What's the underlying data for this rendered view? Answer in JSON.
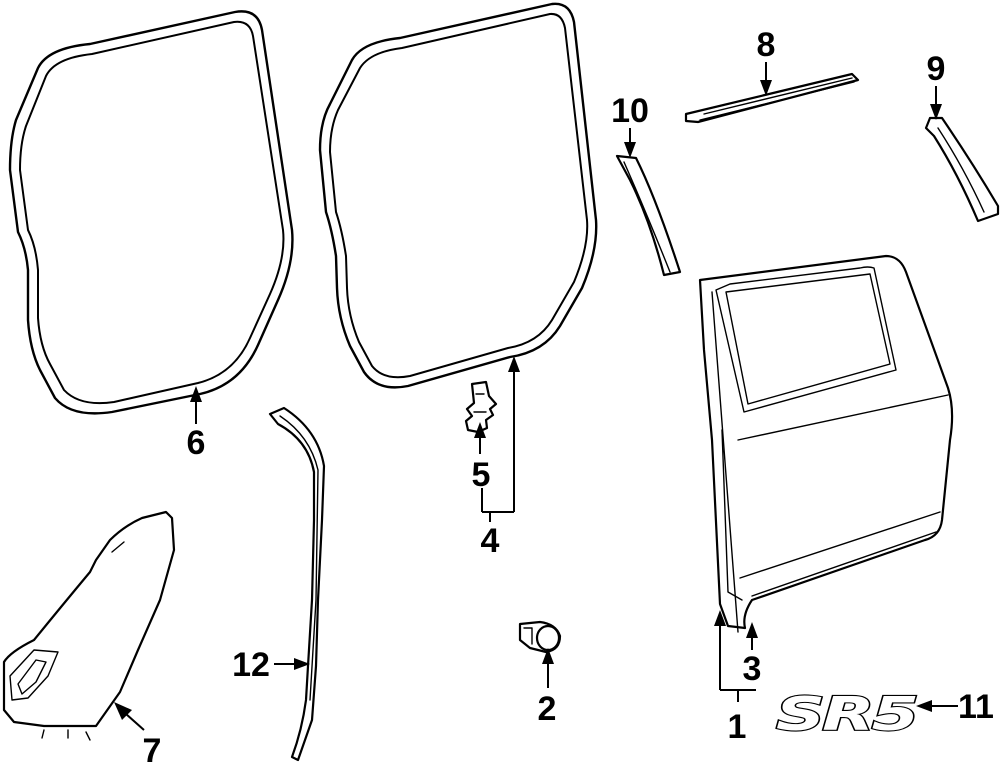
{
  "parts": [
    {
      "id": "1",
      "label": "1"
    },
    {
      "id": "2",
      "label": "2"
    },
    {
      "id": "3",
      "label": "3"
    },
    {
      "id": "4",
      "label": "4"
    },
    {
      "id": "5",
      "label": "5"
    },
    {
      "id": "6",
      "label": "6"
    },
    {
      "id": "7",
      "label": "7"
    },
    {
      "id": "8",
      "label": "8"
    },
    {
      "id": "9",
      "label": "9"
    },
    {
      "id": "10",
      "label": "10"
    },
    {
      "id": "11",
      "label": "11"
    },
    {
      "id": "12",
      "label": "12"
    }
  ],
  "emblem_text": "SR5"
}
